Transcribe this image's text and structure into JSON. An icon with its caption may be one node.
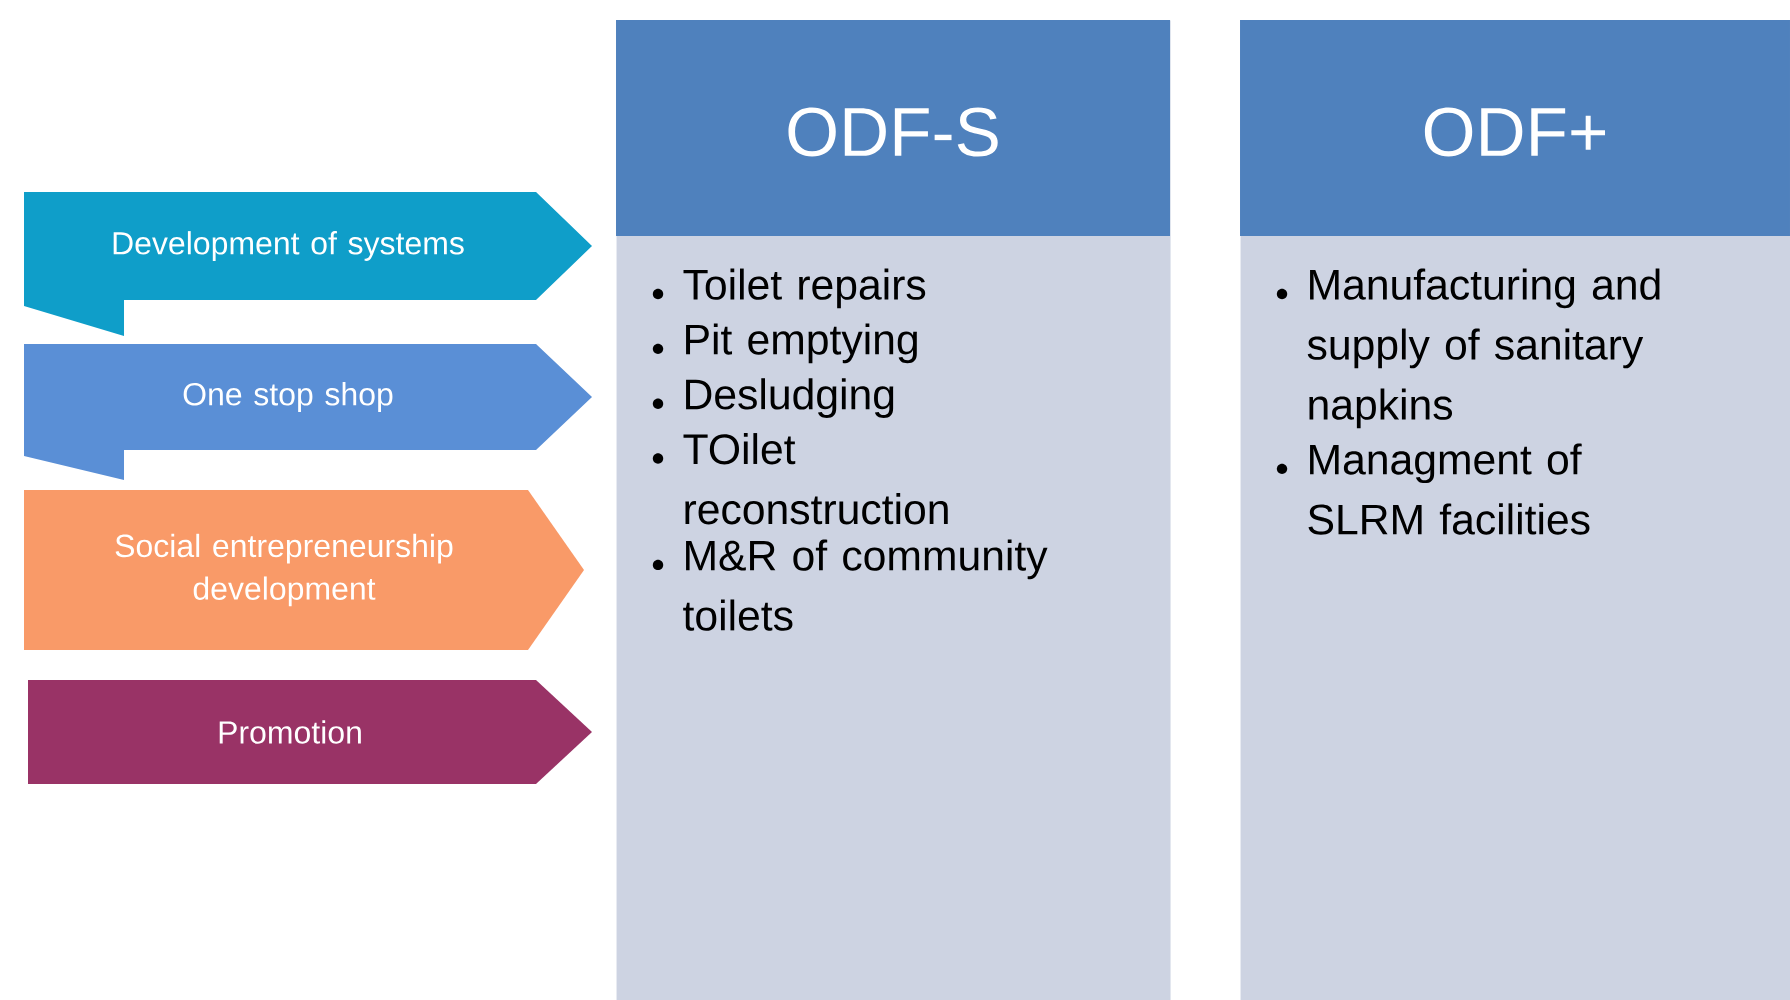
{
  "diagram": {
    "nodes": [
      {
        "text": [
          "Development of systems"
        ]
      },
      {
        "text": [
          "One stop shop"
        ]
      },
      {
        "text": [
          "Social entrepreneurship development"
        ]
      },
      {
        "text": [
          "Promotion"
        ]
      },
      {
        "text": [
          "ODF-S",
          "Toilet repairs",
          "Pit emptying",
          "Desludging",
          "TOilet reconstruction",
          "M&R of community toilets"
        ]
      },
      {
        "text": [
          "ODF+",
          "Manufacturing and supply of sanitary napkins",
          "Managment of SLRM facilities"
        ]
      }
    ]
  }
}
